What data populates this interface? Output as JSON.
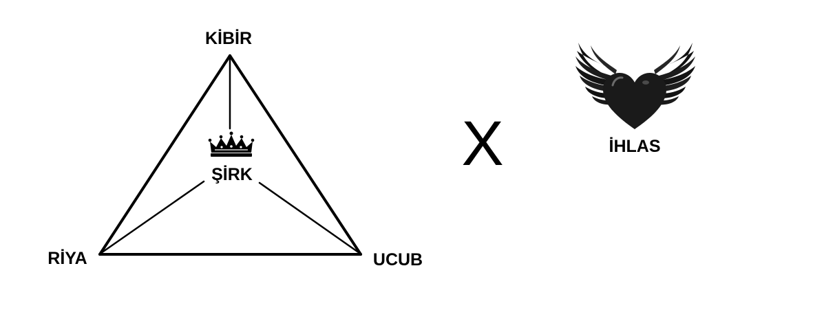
{
  "triangle": {
    "top_label": "KİBİR",
    "left_label": "RİYA",
    "right_label": "UCUB",
    "center_label": "ŞİRK",
    "center_icon": "crown-icon"
  },
  "versus": "X",
  "right": {
    "label": "İHLAS",
    "icon": "winged-heart-icon"
  },
  "colors": {
    "ink": "#000000",
    "heart": "#1a1a1a",
    "background": "#ffffff"
  }
}
